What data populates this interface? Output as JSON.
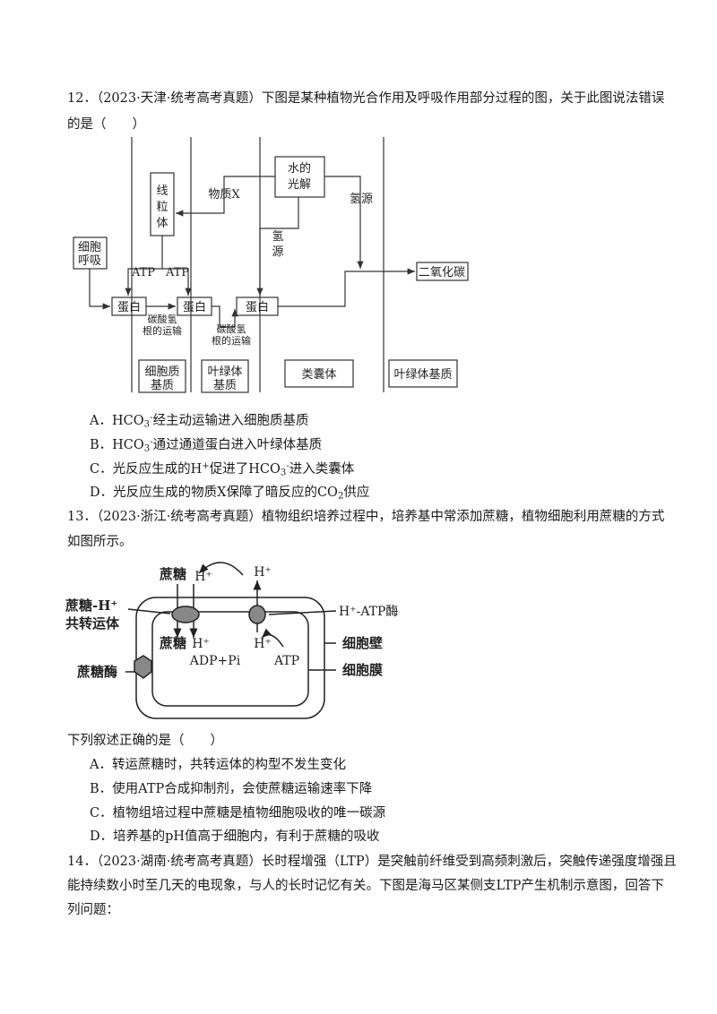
{
  "q12": {
    "line1": "12．（2023·天津·统考高考真题）下图是某种植物光合作用及呼吸作用部分过程的图，关于此图说法错误",
    "line2": "的是（　　）",
    "diagram": {
      "xianlitii": [
        "线",
        "粒",
        "体"
      ],
      "shuide_guangjie": [
        "水的",
        "光解"
      ],
      "wuzhi_x": "物质X",
      "qingyuan_right": "氢源",
      "qingyuan_mid": [
        "氢",
        "源"
      ],
      "xibao_huxi": [
        "细胞",
        "呼吸"
      ],
      "atp1": "ATP",
      "atp2": "ATP",
      "danbai": "蛋白",
      "transport1": [
        "碳酸氢",
        "根的运输"
      ],
      "transport2": [
        "碳酸氢",
        "根的运输"
      ],
      "eryanghuatan": "二氧化碳",
      "xibaozhi_jizhi": [
        "细胞质",
        "基质"
      ],
      "yelvti_jizhi_left": [
        "叶绿体",
        "基质"
      ],
      "leinangti": "类囊体",
      "yelvti_jizhi_right": "叶绿体基质"
    },
    "optA": {
      "pre": "A．HCO",
      "sub": "3",
      "sup": "-",
      "post": "经主动运输进入细胞质基质"
    },
    "optB": {
      "pre": "B．HCO",
      "sub": "3",
      "sup": "-",
      "post": "通过通道蛋白进入叶绿体基质"
    },
    "optC": {
      "pre": "C．光反应生成的H",
      "sup": "+",
      "mid": "促进了HCO",
      "sub": "3",
      "sup2": "-",
      "post": "进入类囊体"
    },
    "optD": {
      "pre": "D．光反应生成的物质X保障了暗反应的CO",
      "sub": "2",
      "post": "供应"
    }
  },
  "q13": {
    "line1": "13．（2023·浙江·统考高考真题）植物组织培养过程中，培养基中常添加蔗糖，植物细胞利用蔗糖的方式",
    "line2": "如图所示。",
    "diagram": {
      "zhetang_top": "蔗糖",
      "h_top": "H⁺",
      "h_top_right": "H⁺",
      "cotransporter": [
        "蔗糖-H⁺",
        "共转运体"
      ],
      "h_atpase": "H⁺-ATP酶",
      "zhetang_in": "蔗糖",
      "h_in_left": "H⁺",
      "h_in_right": "H⁺",
      "adp_pi": "ADP+Pi",
      "atp": "ATP",
      "xibaobi": "细胞壁",
      "xibaomo": "细胞膜",
      "zhetangmei": "蔗糖酶"
    },
    "stem": "下列叙述正确的是（　　）",
    "optA": "A．转运蔗糖时，共转运体的构型不发生变化",
    "optB": "B．使用ATP合成抑制剂，会使蔗糖运输速率下降",
    "optC": "C．植物组培过程中蔗糖是植物细胞吸收的唯一碳源",
    "optD": "D．培养基的pH值高于细胞内，有利于蔗糖的吸收"
  },
  "q14": {
    "line1": "14．（2023·湖南·统考高考真题）长时程增强（LTP）是突触前纤维受到高频刺激后，突触传递强度增强且",
    "line2": "能持续数小时至几天的电现象，与人的长时记忆有关。下图是海马区某侧支LTP产生机制示意图，回答下",
    "line3": "列问题："
  }
}
